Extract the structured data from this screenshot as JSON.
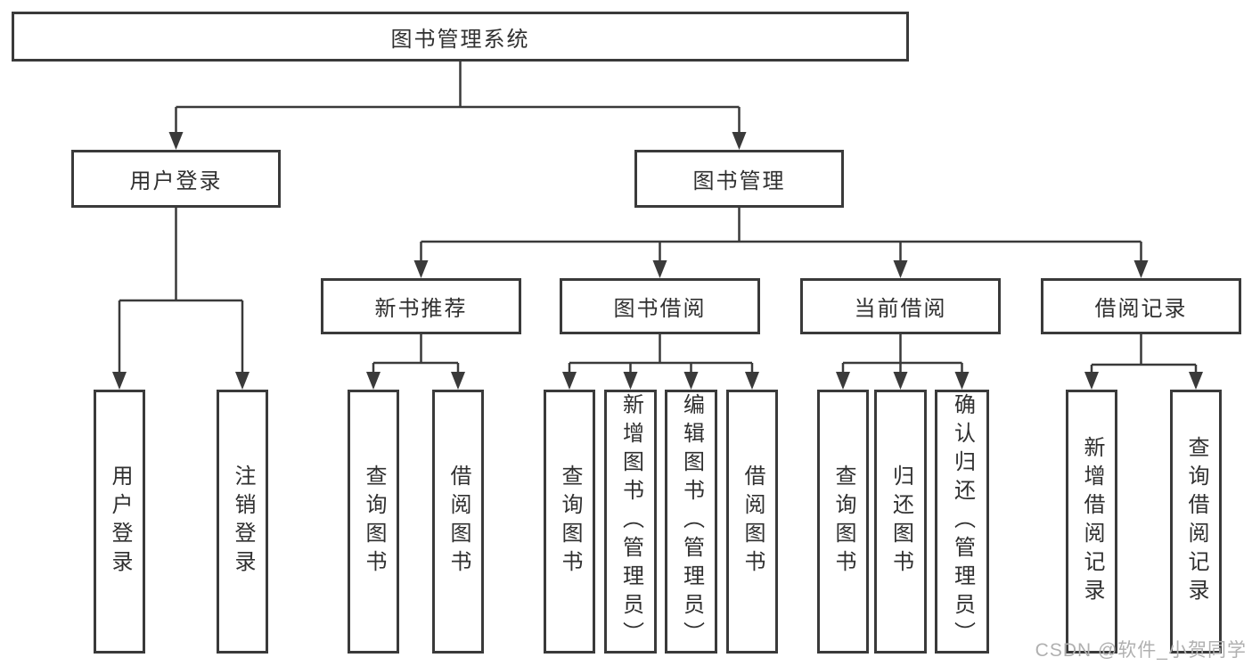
{
  "title": "图书管理系统",
  "watermark": "CSDN @软件_小贺同学",
  "colors": {
    "line": "#3a3a3a",
    "box_border": "#3a3a3a",
    "text": "#303030",
    "watermark": "#b0b0b0",
    "background": "#ffffff"
  },
  "tree": {
    "label": "图书管理系统",
    "children": [
      {
        "label": "用户登录",
        "children": [
          {
            "label": "用户登录"
          },
          {
            "label": "注销登录"
          }
        ]
      },
      {
        "label": "图书管理",
        "children": [
          {
            "label": "新书推荐",
            "children": [
              {
                "label": "查询图书"
              },
              {
                "label": "借阅图书"
              }
            ]
          },
          {
            "label": "图书借阅",
            "children": [
              {
                "label": "查询图书"
              },
              {
                "label": "新增图书（管理员）"
              },
              {
                "label": "编辑图书（管理员）"
              },
              {
                "label": "借阅图书"
              }
            ]
          },
          {
            "label": "当前借阅",
            "children": [
              {
                "label": "查询图书"
              },
              {
                "label": "归还图书"
              },
              {
                "label": "确认归还（管理员）"
              }
            ]
          },
          {
            "label": "借阅记录",
            "children": [
              {
                "label": "新增借阅记录"
              },
              {
                "label": "查询借阅记录"
              }
            ]
          }
        ]
      }
    ]
  }
}
